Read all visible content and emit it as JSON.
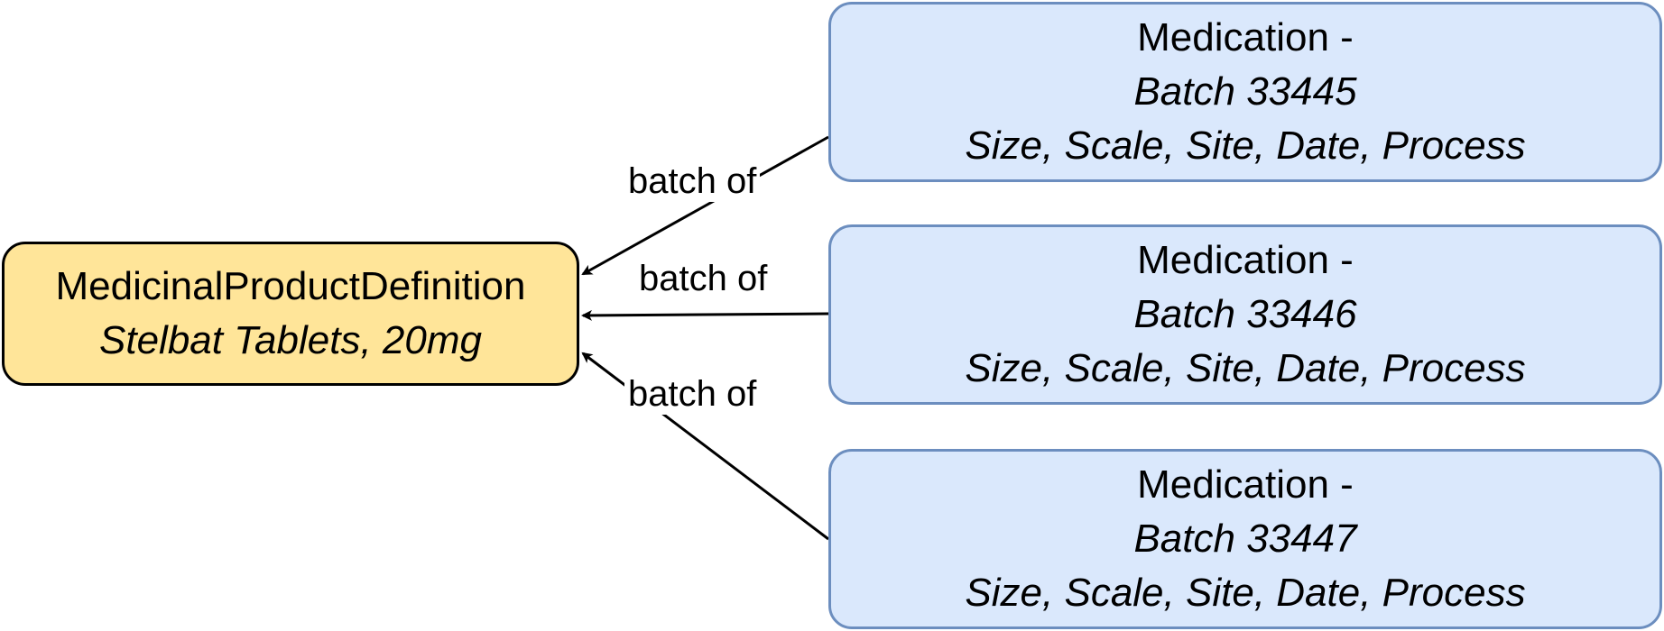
{
  "colors": {
    "product_fill": "#ffe599",
    "product_border": "#000000",
    "batch_fill": "#dae8fc",
    "batch_border": "#6c8ebf",
    "edge": "#000000"
  },
  "product": {
    "type": "MedicinalProductDefinition",
    "name": "Stelbat Tablets, 20mg"
  },
  "batches": [
    {
      "type": "Medication -",
      "batch": "Batch 33445",
      "attributes": "Size, Scale, Site, Date, Process"
    },
    {
      "type": "Medication -",
      "batch": "Batch 33446",
      "attributes": "Size, Scale, Site, Date, Process"
    },
    {
      "type": "Medication -",
      "batch": "Batch 33447",
      "attributes": "Size, Scale, Site, Date, Process"
    }
  ],
  "edges": [
    {
      "label": "batch of"
    },
    {
      "label": "batch of"
    },
    {
      "label": "batch of"
    }
  ]
}
